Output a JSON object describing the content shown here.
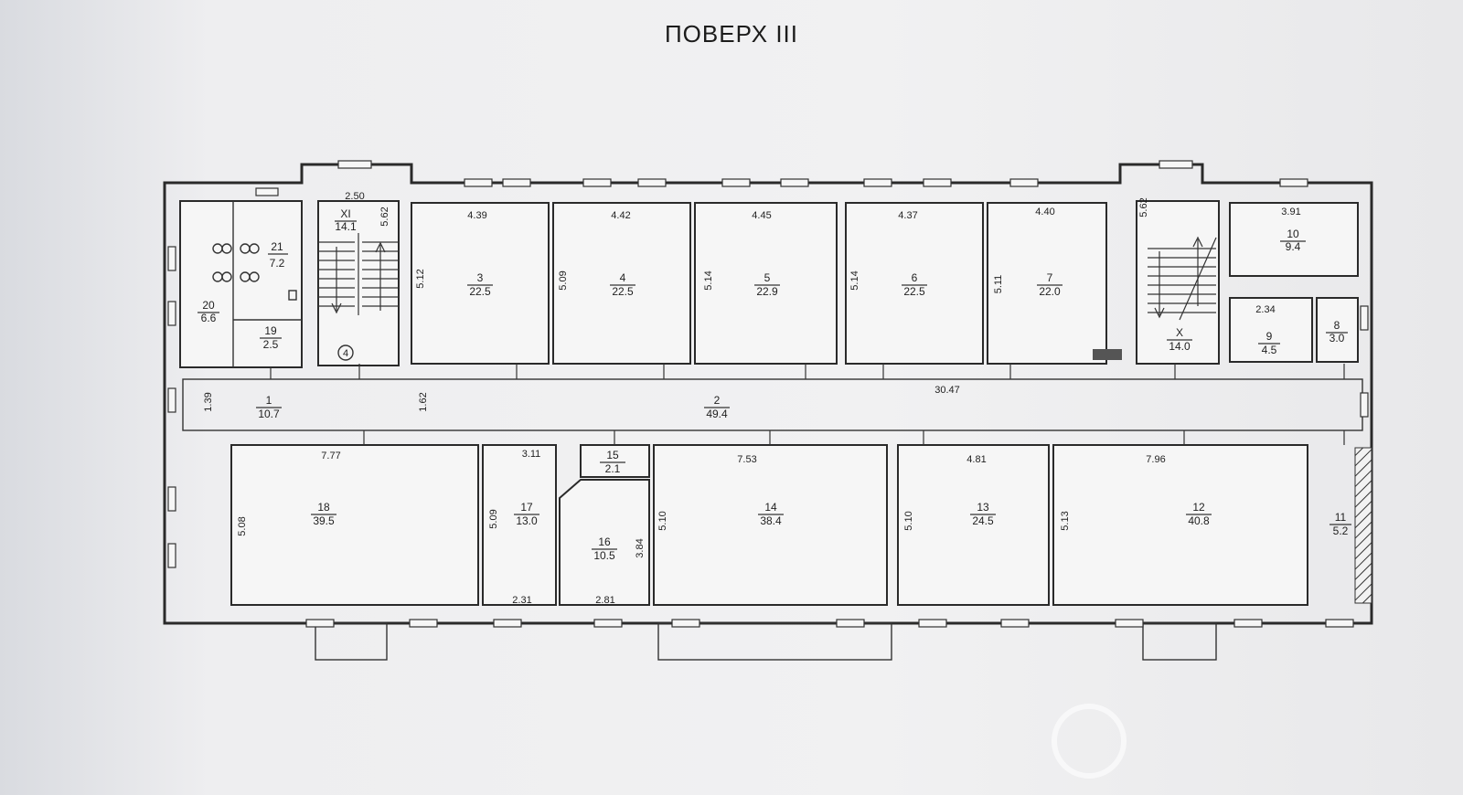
{
  "title": "ПОВЕРХ III",
  "rooms": [
    {
      "id": "room-1",
      "number": "1",
      "area": "10.7"
    },
    {
      "id": "room-2",
      "number": "2",
      "area": "49.4"
    },
    {
      "id": "room-3",
      "number": "3",
      "area": "22.5"
    },
    {
      "id": "room-4",
      "number": "4",
      "area": "22.5"
    },
    {
      "id": "room-5",
      "number": "5",
      "area": "22.9"
    },
    {
      "id": "room-6",
      "number": "6",
      "area": "22.5"
    },
    {
      "id": "room-7",
      "number": "7",
      "area": "22.0"
    },
    {
      "id": "room-8",
      "number": "8",
      "area": "3.0"
    },
    {
      "id": "room-9",
      "number": "9",
      "area": "4.5"
    },
    {
      "id": "room-10",
      "number": "10",
      "area": "9.4"
    },
    {
      "id": "room-11",
      "number": "11",
      "area": "5.2"
    },
    {
      "id": "room-12",
      "number": "12",
      "area": "40.8"
    },
    {
      "id": "room-13",
      "number": "13",
      "area": "24.5"
    },
    {
      "id": "room-14",
      "number": "14",
      "area": "38.4"
    },
    {
      "id": "room-15",
      "number": "15",
      "area": "2.1"
    },
    {
      "id": "room-16",
      "number": "16",
      "area": "10.5"
    },
    {
      "id": "room-17",
      "number": "17",
      "area": "13.0"
    },
    {
      "id": "room-18",
      "number": "18",
      "area": "39.5"
    },
    {
      "id": "room-19",
      "number": "19",
      "area": "2.5"
    },
    {
      "id": "room-20",
      "number": "20",
      "area": "6.6"
    },
    {
      "id": "room-21",
      "number": "21",
      "area": "7.2"
    },
    {
      "id": "stair-xi",
      "number": "XI",
      "area": "14.1"
    },
    {
      "id": "stair-x",
      "number": "X",
      "area": "14.0"
    }
  ],
  "dimensions": {
    "stair_xi_width": "2.50",
    "stair_xi_length": "5.62",
    "r3_width": "4.39",
    "r3_depth": "5.12",
    "r4_width": "4.42",
    "r4_depth": "5.09",
    "r5_width": "4.45",
    "r5_depth": "5.14",
    "r6_width": "4.37",
    "r6_depth": "5.14",
    "r7_width": "4.40",
    "r7_depth": "5.11",
    "stair_x_length": "5.62",
    "r10_width": "3.91",
    "r9_width": "2.34",
    "corridor_width": "1.62",
    "corridor_length": "30.47",
    "r1_side": "1.39",
    "r18_width": "7.77",
    "r18_depth": "5.08",
    "r17_width": "3.11",
    "r17_depth": "5.09",
    "r17_bottom": "2.31",
    "r16_depth": "3.84",
    "r16_bottom": "2.81",
    "r14_width": "7.53",
    "r14_depth": "5.10",
    "r13_width": "4.81",
    "r13_depth": "5.10",
    "r12_width": "7.96",
    "r12_depth": "5.13"
  },
  "axis_marker": "4"
}
